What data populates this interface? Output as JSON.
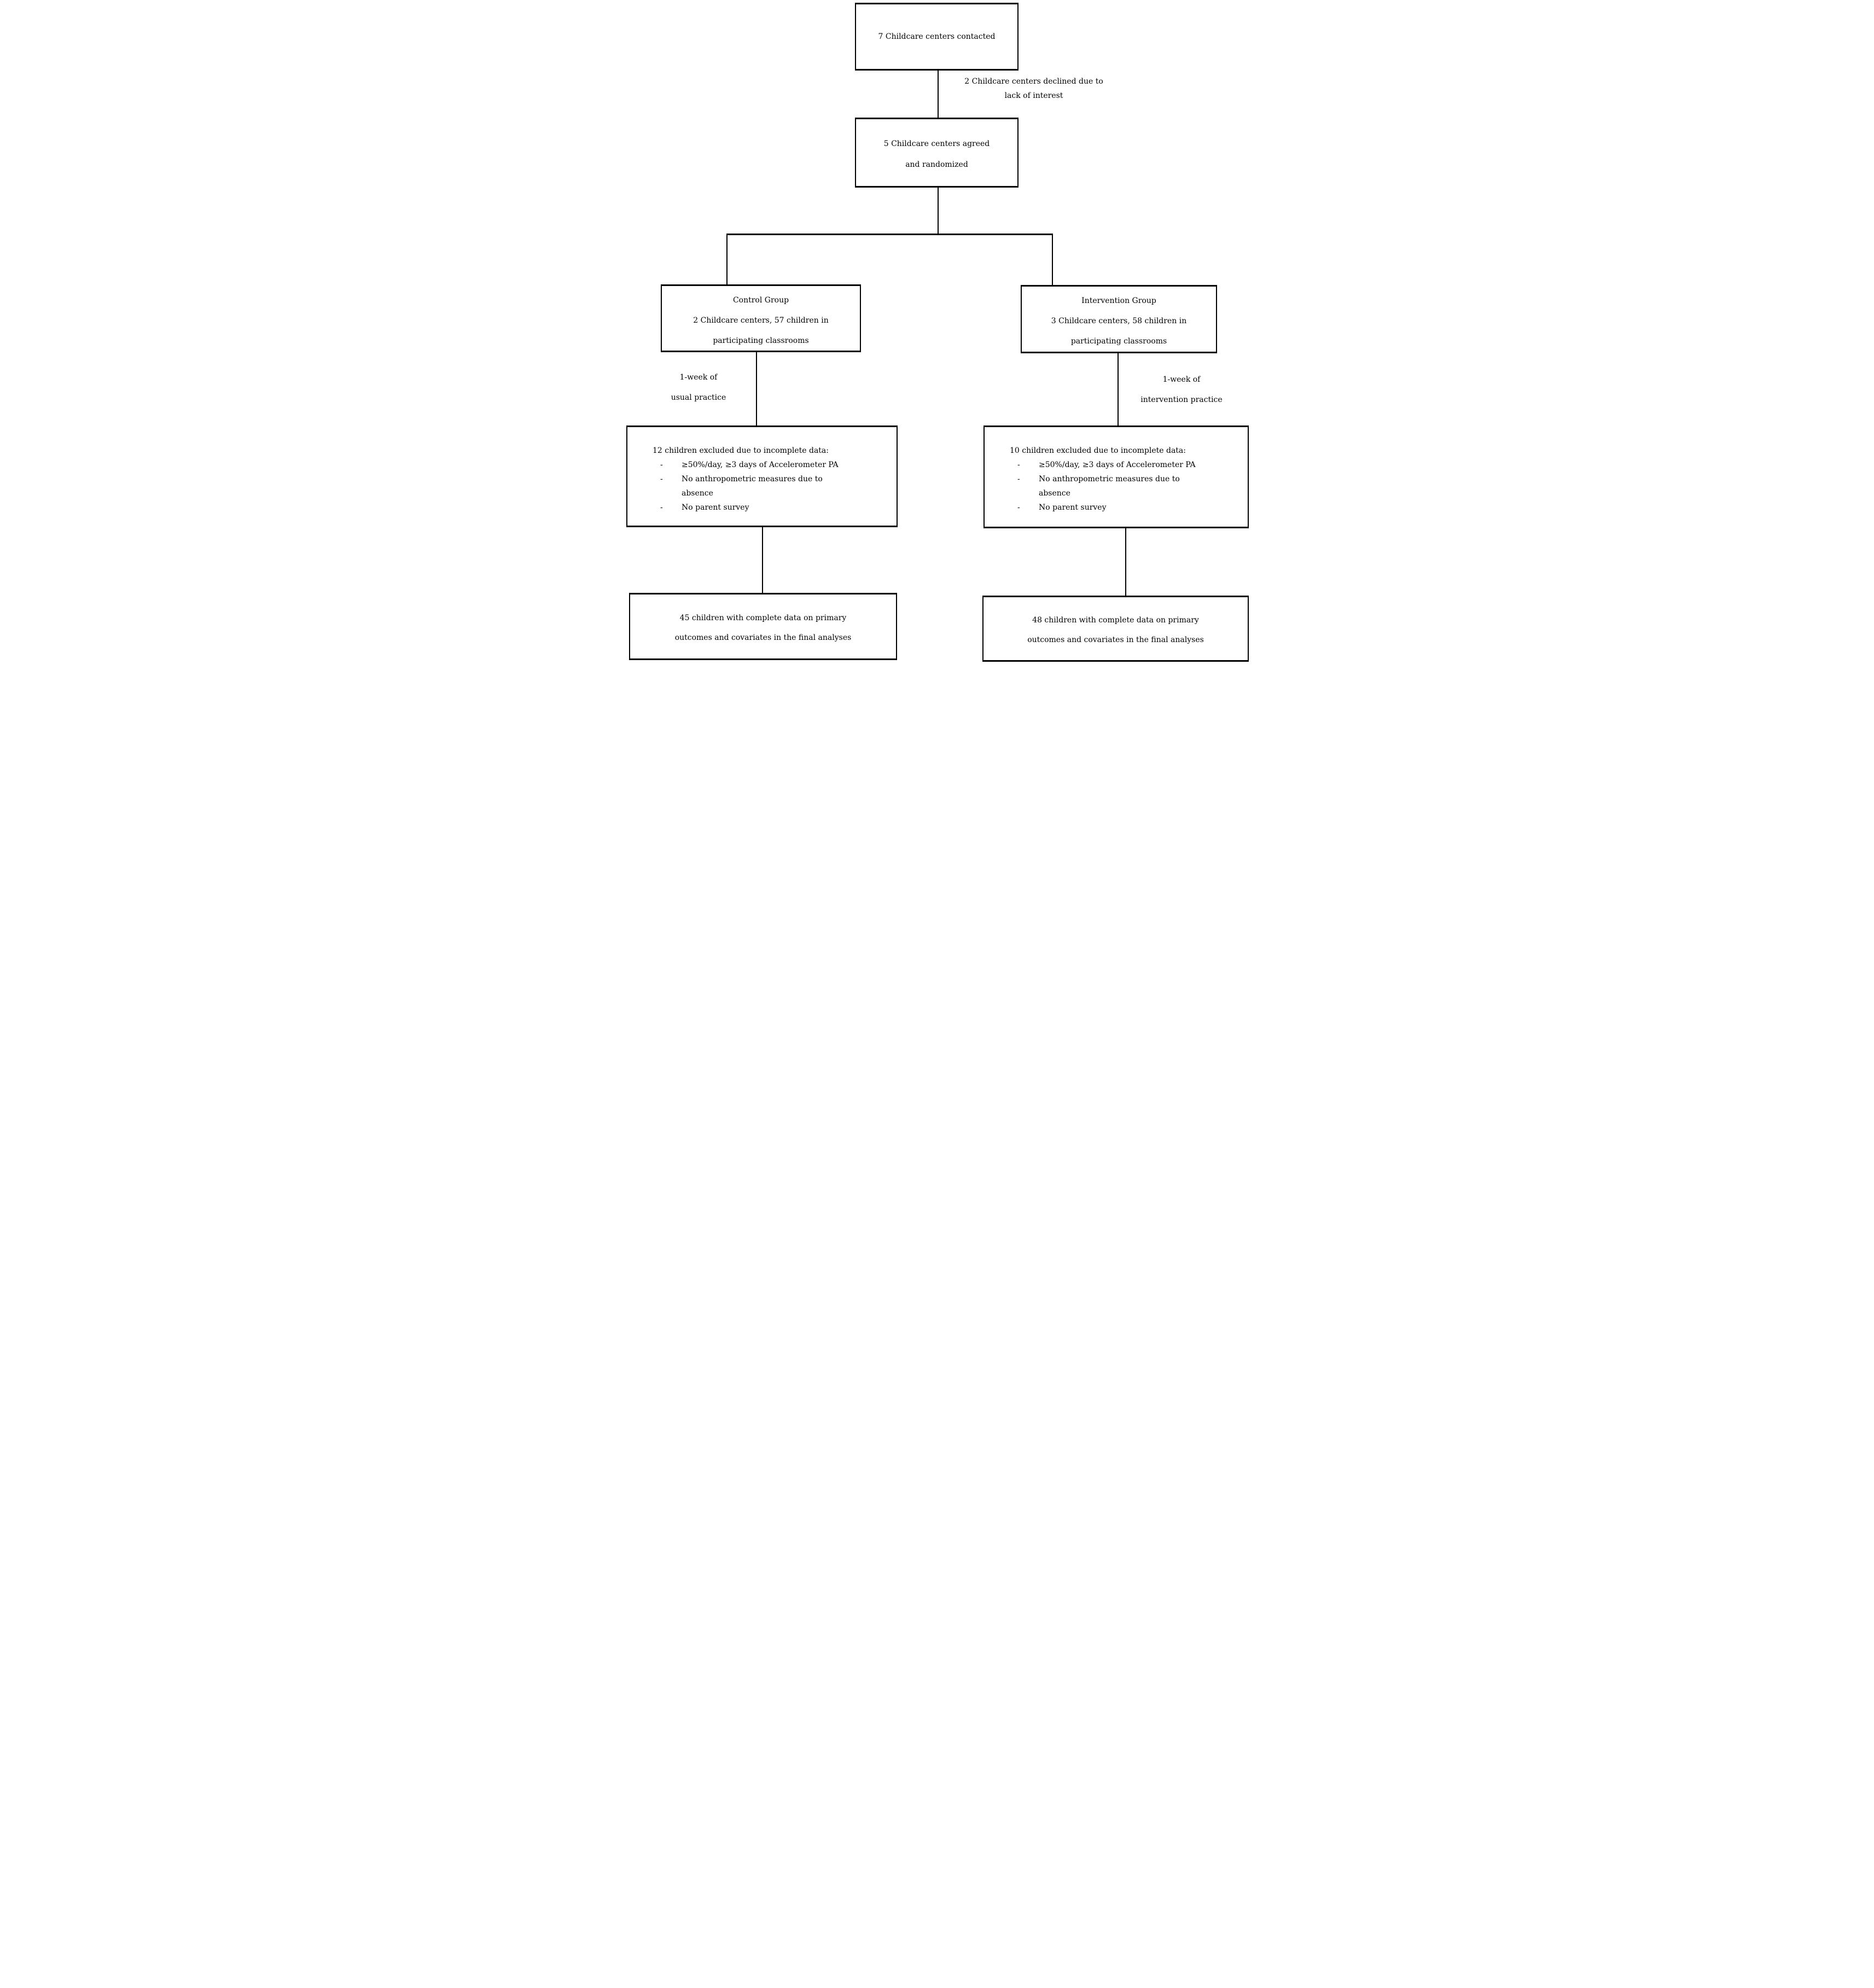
{
  "diagram": {
    "colors": {
      "line": "#000000",
      "background": "#ffffff",
      "text": "#000000"
    },
    "contacted_box": {
      "lines": [
        "7 Childcare centers contacted"
      ]
    },
    "declined_note": {
      "lines": [
        "2 Childcare centers declined due to",
        "lack of interest"
      ]
    },
    "agreed_box": {
      "lines": [
        "5 Childcare centers agreed",
        "and randomized"
      ]
    },
    "control_group_box": {
      "lines": [
        "Control Group",
        "2 Childcare centers, 57 children in",
        "participating classrooms"
      ]
    },
    "intervention_group_box": {
      "lines": [
        "Intervention Group",
        "3 Childcare centers, 58 children in",
        "participating classrooms"
      ]
    },
    "control_period_label": {
      "lines": [
        "1-week of",
        "usual practice"
      ]
    },
    "intervention_period_label": {
      "lines": [
        "1-week of",
        "intervention practice"
      ]
    },
    "control_excluded_box": {
      "header": "12 children excluded due to incomplete data:",
      "bullet_marker": "-",
      "items": [
        [
          "≥50%/day, ≥3 days of Accelerometer PA"
        ],
        [
          "No anthropometric measures due to",
          "absence"
        ],
        [
          "No parent survey"
        ]
      ]
    },
    "intervention_excluded_box": {
      "header": "10 children excluded due to incomplete data:",
      "bullet_marker": "-",
      "items": [
        [
          "≥50%/day, ≥3 days of Accelerometer PA"
        ],
        [
          "No anthropometric measures due to",
          "absence"
        ],
        [
          "No parent survey"
        ]
      ]
    },
    "control_final_box": {
      "lines": [
        "45 children with complete data on primary",
        "outcomes and covariates in the final analyses"
      ]
    },
    "intervention_final_box": {
      "lines": [
        "48 children with complete data on primary",
        "outcomes and covariates in the final analyses"
      ]
    }
  }
}
